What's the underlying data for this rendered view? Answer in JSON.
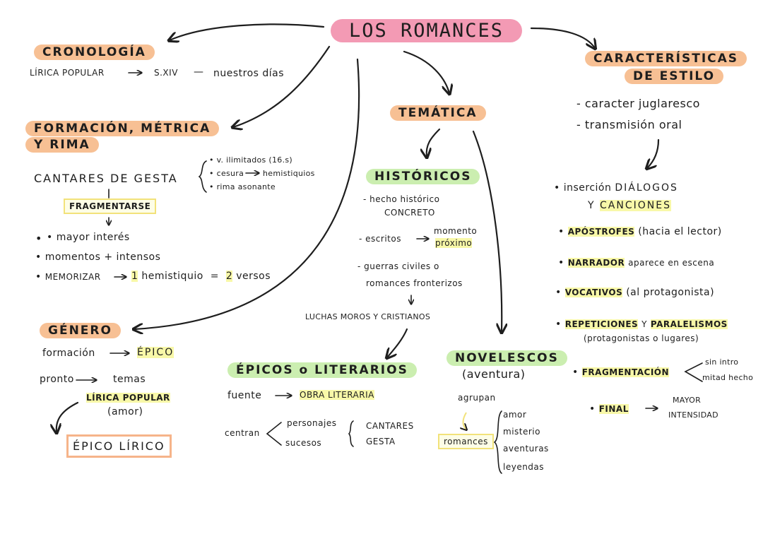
{
  "title": "LOS ROMANCES",
  "cronologia": {
    "heading": "CRONOLOGÍA",
    "from": "LÍRICA POPULAR",
    "to": "S.XIV",
    "dash": "—",
    "end": "nuestros días"
  },
  "formacion": {
    "heading_line1": "FORMACIÓN, MÉTRICA",
    "heading_line2": "Y RIMA",
    "cantares": "CANTARES DE GESTA",
    "bullet1": "v. ilimitados (16.s)",
    "bullet2": "cesura",
    "bullet2_to": "hemistiquios",
    "bullet3": "rima asonante",
    "fragmentarse": "FRAGMENTARSE",
    "item1": "mayor interés",
    "item2": "momentos + intensos",
    "item3_a": "MEMORIZAR",
    "item3_b": "1",
    "item3_c": "hemistiquio",
    "item3_d": "=",
    "item3_e": "2",
    "item3_f": "versos"
  },
  "genero": {
    "heading": "GÉNERO",
    "row1_a": "formación",
    "row1_b": "ÉPICO",
    "row2_a": "pronto",
    "row2_b": "temas",
    "lirica": "LÍRICA POPULAR",
    "amor": "(amor)",
    "result": "ÉPICO LÍRICO"
  },
  "tematica": {
    "heading": "TEMÁTICA",
    "historicos": {
      "heading": "HISTÓRICOS",
      "line1": "hecho histórico",
      "line1b": "CONCRETO",
      "line2_a": "escritos",
      "line2_b": "momento",
      "line2_c": "próximo",
      "line3_a": "guerras civiles o",
      "line3_b": "romances fronterizos",
      "luchas": "LUCHAS MOROS Y CRISTIANOS"
    },
    "epicos": {
      "heading": "ÉPICOS o LITERARIOS",
      "fuente": "fuente",
      "obra": "OBRA LITERARIA",
      "centran": "centran",
      "personajes": "personajes",
      "sucesos": "sucesos",
      "cantares": "CANTARES",
      "gesta": "GESTA"
    },
    "novelescos": {
      "heading": "NOVELESCOS",
      "sub": "(aventura)",
      "agrupan": "agrupan",
      "romances": "romances",
      "items": [
        "amor",
        "misterio",
        "aventuras",
        "leyendas"
      ]
    }
  },
  "caracteristicas": {
    "heading_line1": "CARACTERÍSTICAS",
    "heading_line2": "DE ESTILO",
    "item1": "- caracter juglaresco",
    "item2": "- transmisión oral",
    "b1_a": "inserción",
    "b1_b": "DIÁLOGOS",
    "b1_c": "Y",
    "b1_d": "CANCIONES",
    "b2_a": "APÓSTROFES",
    "b2_b": "(hacia el lector)",
    "b3_a": "NARRADOR",
    "b3_b": "aparece en escena",
    "b4_a": "VOCATIVOS",
    "b4_b": "(al protagonista)",
    "b5_a": "REPETICIONES",
    "b5_b": "Y",
    "b5_c": "PARALELISMOS",
    "b5_d": "(protagonistas o lugares)",
    "b6_a": "FRAGMENTACIÓN",
    "b6_b": "sin intro",
    "b6_c": "mitad hecho",
    "b7_a": "FINAL",
    "b7_b": "MAYOR",
    "b7_c": "INTENSIDAD"
  },
  "colors": {
    "title_bg": "#f39ab4",
    "orange_bg": "#f7c094",
    "green_bg": "#cbeeb0",
    "yellow_hl": "#f8f8a8"
  }
}
